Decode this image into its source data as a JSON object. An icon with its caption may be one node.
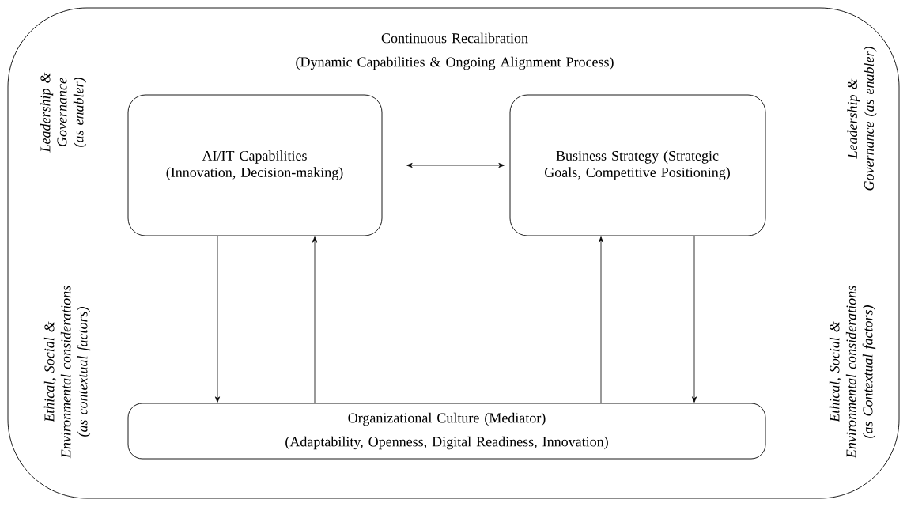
{
  "diagram": {
    "nodes": [
      {
        "text": [
          "Continuous Recalibration",
          "(Dynamic Capabilities & Ongoing Alignment Process)"
        ]
      },
      {
        "text": [
          "AI/IT Capabilities (Innovation, Decision-making)"
        ],
        "in": 0
      },
      {
        "text": [
          "Business Strategy (Strategic Goals, Competitive Positioning)"
        ],
        "in": 0
      },
      {
        "text": [
          "Organizational Culture (Mediator)",
          "(Adaptability, Openness, Digital Readiness, Innovation)"
        ],
        "in": 0
      }
    ],
    "edges": [
      {
        "from": 1,
        "to": 2,
        "arrow": "both"
      },
      {
        "from": 1,
        "to": 3,
        "arrow": "to"
      },
      {
        "from": 3,
        "to": 1,
        "arrow": "to"
      },
      {
        "from": 3,
        "to": 2,
        "arrow": "to"
      },
      {
        "from": 2,
        "to": 3,
        "arrow": "to"
      }
    ],
    "labels": [
      "Leadership & Governance (as enabler)",
      "Leadership & Governance (as enabler)",
      "Ethical, Social & Environmental considerations (as contextual factors)",
      "Ethical, Social & Environmental considerations (as Contextual factors)"
    ]
  }
}
